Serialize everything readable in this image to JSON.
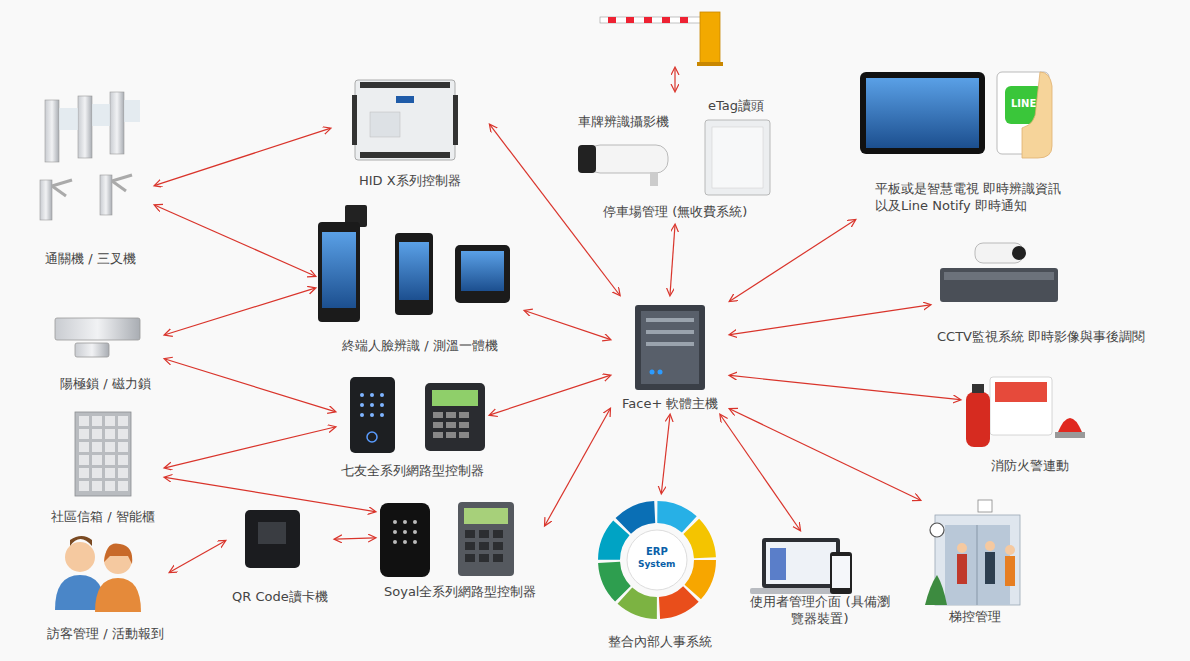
{
  "diagram": {
    "nodes": [
      {
        "text": [
          "通關機 / 三叉機"
        ]
      },
      {
        "text": [
          "HID X系列控制器"
        ]
      },
      {
        "text": [
          "車牌辨識攝影機",
          "eTag讀頭",
          "停車場管理 (無收費系統)"
        ]
      },
      {
        "text": [
          "平板或是智慧電視 即時辨識資訊 以及Line Notify 即時通知"
        ]
      },
      {
        "text": [
          "陽極鎖 / 磁力鎖"
        ]
      },
      {
        "text": [
          "終端人臉辨識 / 測溫一體機"
        ]
      },
      {
        "text": [
          "Face+ 軟體主機"
        ]
      },
      {
        "text": [
          "CCTV監視系統 即時影像與事後調閱"
        ]
      },
      {
        "text": [
          "七友全系列網路型控制器"
        ]
      },
      {
        "text": [
          "社區信箱 / 智能櫃"
        ]
      },
      {
        "text": [
          "消防火警連動"
        ]
      },
      {
        "text": [
          "QR Code讀卡機"
        ]
      },
      {
        "text": [
          "Soyal全系列網路型控制器"
        ]
      },
      {
        "text": [
          "訪客管理 / 活動報到"
        ]
      },
      {
        "text": [
          "整合內部人事系統"
        ]
      },
      {
        "text": [
          "使用者管理介面 (具備瀏覽器裝置)"
        ]
      },
      {
        "text": [
          "梯控管理"
        ]
      }
    ],
    "edges": [
      {
        "from": 0,
        "to": 1,
        "arrow": "both"
      },
      {
        "from": 0,
        "to": 5,
        "arrow": "both"
      },
      {
        "from": 4,
        "to": 5,
        "arrow": "both"
      },
      {
        "from": 4,
        "to": 8,
        "arrow": "both"
      },
      {
        "from": 9,
        "to": 8,
        "arrow": "both"
      },
      {
        "from": 9,
        "to": 12,
        "arrow": "both"
      },
      {
        "from": 13,
        "to": 11,
        "arrow": "both"
      },
      {
        "from": 11,
        "to": 12,
        "arrow": "both"
      },
      {
        "from": 1,
        "to": 6,
        "arrow": "both"
      },
      {
        "from": 5,
        "to": 6,
        "arrow": "both"
      },
      {
        "from": 8,
        "to": 6,
        "arrow": "both"
      },
      {
        "from": 12,
        "to": 6,
        "arrow": "both"
      },
      {
        "from": 2,
        "to": 6,
        "arrow": "both"
      },
      {
        "from": 3,
        "to": 6,
        "arrow": "both"
      },
      {
        "from": 7,
        "to": 6,
        "arrow": "both"
      },
      {
        "from": 10,
        "to": 6,
        "arrow": "both"
      },
      {
        "from": 16,
        "to": 6,
        "arrow": "both"
      },
      {
        "from": 15,
        "to": 6,
        "arrow": "both"
      },
      {
        "from": 14,
        "to": 6,
        "arrow": "both"
      }
    ],
    "labels": [
      "LINE",
      "ERP",
      "System"
    ]
  }
}
